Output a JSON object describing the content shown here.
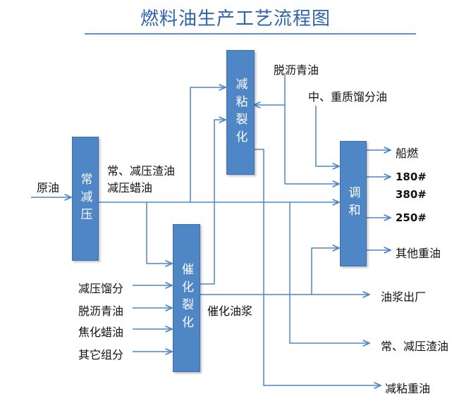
{
  "title": "燃料油生产工艺流程图",
  "boxes": {
    "atmospheric_vacuum": "常减压",
    "visbreaking": "减粘裂化",
    "catalytic_cracking": "催化裂化",
    "blending": "调和"
  },
  "labels": {
    "crude_oil": "原油",
    "vacuum_residue_line1": "常、减压渣油",
    "vacuum_residue_line2": "减压蜡油",
    "deasphalted_oil_top": "脱沥青油",
    "medium_heavy_distillate": "中、重质馏分油",
    "vacuum_distillate": "减压馏分",
    "deasphalted_oil_left": "脱沥青油",
    "coker_wax_oil": "焦化蜡油",
    "other_components": "其它组分",
    "catalytic_slurry": "催化油浆",
    "bunker_fuel": "船燃",
    "grade_180": "180#",
    "grade_380": "380#",
    "grade_250": "250#",
    "other_heavy_oil": "其他重油",
    "slurry_out": "油浆出厂",
    "residue_out": "常、减压渣油",
    "visbreaking_heavy_oil": "减粘重油"
  }
}
